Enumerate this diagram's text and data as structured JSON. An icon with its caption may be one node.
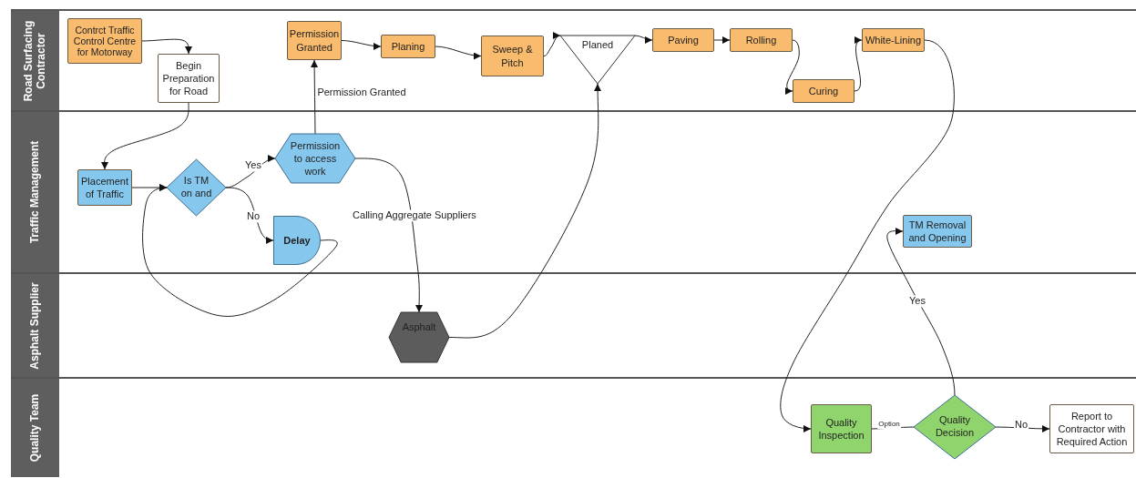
{
  "diagram": {
    "nodes": [
      {
        "text": [
          "Road Surfacing Contractor"
        ]
      },
      {
        "text": [
          "Traffic Management"
        ]
      },
      {
        "text": [
          "Asphalt Supplier"
        ]
      },
      {
        "text": [
          "Quality Team"
        ]
      },
      {
        "text": [
          "Contrct Traffic Control Centre for Motorway"
        ],
        "in": 0
      },
      {
        "text": [
          "Begin Preparation for Road"
        ],
        "in": 0
      },
      {
        "text": [
          "Permission Granted"
        ],
        "in": 0
      },
      {
        "text": [
          "Planing"
        ],
        "in": 0
      },
      {
        "text": [
          "Sweep & Pitch"
        ],
        "in": 0
      },
      {
        "text": [
          "Planed"
        ],
        "in": 0
      },
      {
        "text": [
          "Paving"
        ],
        "in": 0
      },
      {
        "text": [
          "Rolling"
        ],
        "in": 0
      },
      {
        "text": [
          "Curing"
        ],
        "in": 0
      },
      {
        "text": [
          "White-Lining"
        ],
        "in": 0
      },
      {
        "text": [
          "Placement of Traffic"
        ],
        "in": 1
      },
      {
        "text": [
          "Is TM on and"
        ],
        "in": 1
      },
      {
        "text": [
          "Permission to access work"
        ],
        "in": 1
      },
      {
        "text": [
          "Delay"
        ],
        "in": 1
      },
      {
        "text": [
          "TM Removal and Opening"
        ],
        "in": 1
      },
      {
        "text": [
          "Asphalt"
        ],
        "in": 2
      },
      {
        "text": [
          "Quality Inspection"
        ],
        "in": 3
      },
      {
        "text": [
          "Quality Decision"
        ],
        "in": 3
      },
      {
        "text": [
          "Report to Contractor with Required Action"
        ],
        "in": 3
      }
    ],
    "edges": [
      {
        "from": 4,
        "to": 5,
        "arrow": "to"
      },
      {
        "from": 5,
        "to": 14,
        "arrow": "to"
      },
      {
        "from": 14,
        "to": 15,
        "arrow": "to"
      },
      {
        "from": 15,
        "to": 16,
        "arrow": "to",
        "label": "Yes"
      },
      {
        "from": 15,
        "to": 17,
        "arrow": "to",
        "label": "No"
      },
      {
        "from": 17,
        "to": 15,
        "arrow": "to"
      },
      {
        "from": 16,
        "to": 6,
        "arrow": "to",
        "label": "Permission Granted"
      },
      {
        "from": 16,
        "to": 19,
        "arrow": "to",
        "label": "Calling Aggregate Suppliers"
      },
      {
        "from": 19,
        "to": 9,
        "arrow": "to"
      },
      {
        "from": 6,
        "to": 7,
        "arrow": "to"
      },
      {
        "from": 7,
        "to": 8,
        "arrow": "to"
      },
      {
        "from": 8,
        "to": 9,
        "arrow": "to"
      },
      {
        "from": 9,
        "to": 10,
        "arrow": "to"
      },
      {
        "from": 10,
        "to": 11,
        "arrow": "to"
      },
      {
        "from": 11,
        "to": 12,
        "arrow": "to"
      },
      {
        "from": 12,
        "to": 13,
        "arrow": "to"
      },
      {
        "from": 13,
        "to": 20,
        "arrow": "to"
      },
      {
        "from": 20,
        "to": 21,
        "arrow": "none",
        "label": "Option"
      },
      {
        "from": 21,
        "to": 18,
        "arrow": "to",
        "label": "Yes"
      },
      {
        "from": 21,
        "to": 22,
        "arrow": "to",
        "label": "No"
      }
    ]
  }
}
